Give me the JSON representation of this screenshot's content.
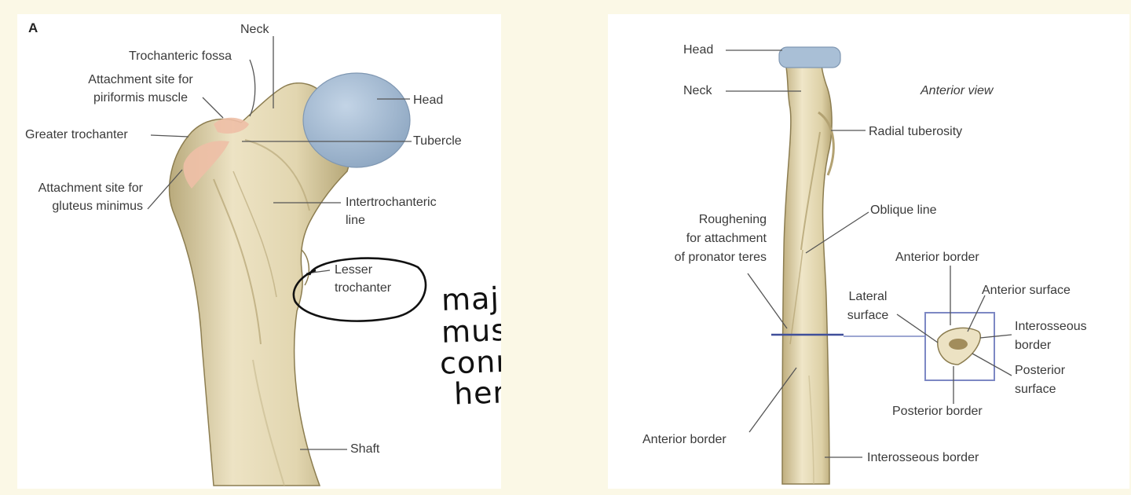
{
  "left_panel": {
    "panel_letter": "A",
    "labels": {
      "neck": "Neck",
      "trochanteric_fossa": "Trochanteric fossa",
      "attach_piriformis_1": "Attachment site for",
      "attach_piriformis_2": "piriformis muscle",
      "head": "Head",
      "greater_trochanter": "Greater trochanter",
      "tubercle": "Tubercle",
      "attach_gluteus_1": "Attachment site for",
      "attach_gluteus_2": "gluteus minimus",
      "intertrochanteric_1": "Intertrochanteric",
      "intertrochanteric_2": "line",
      "lesser_trochanter_1": "Lesser",
      "lesser_trochanter_2": "trochanter",
      "shaft": "Shaft"
    },
    "handwritten_note": [
      "major",
      "muscles",
      "connect",
      "here"
    ]
  },
  "right_panel": {
    "view_title": "Anterior view",
    "labels": {
      "head": "Head",
      "neck": "Neck",
      "radial_tuberosity": "Radial tuberosity",
      "oblique_line": "Oblique line",
      "roughening_1": "Roughening",
      "roughening_2": "for attachment",
      "roughening_3": "of pronator teres",
      "anterior_border_top": "Anterior border",
      "anterior_surface": "Anterior surface",
      "lateral_surface_1": "Lateral",
      "lateral_surface_2": "surface",
      "interosseous_border_1": "Interosseous",
      "interosseous_border_2": "border",
      "posterior_surface_1": "Posterior",
      "posterior_surface_2": "surface",
      "posterior_border": "Posterior border",
      "anterior_border_bottom": "Anterior border",
      "interosseous_border_bottom": "Interosseous border"
    }
  },
  "colors": {
    "bone": "#e9dfbf",
    "bone_shadow": "#c9bb8e",
    "articular": "#a9bfd6",
    "attachment": "#eebfa6",
    "section_line": "#3f4f9a",
    "inset_box": "#7d88c4"
  }
}
